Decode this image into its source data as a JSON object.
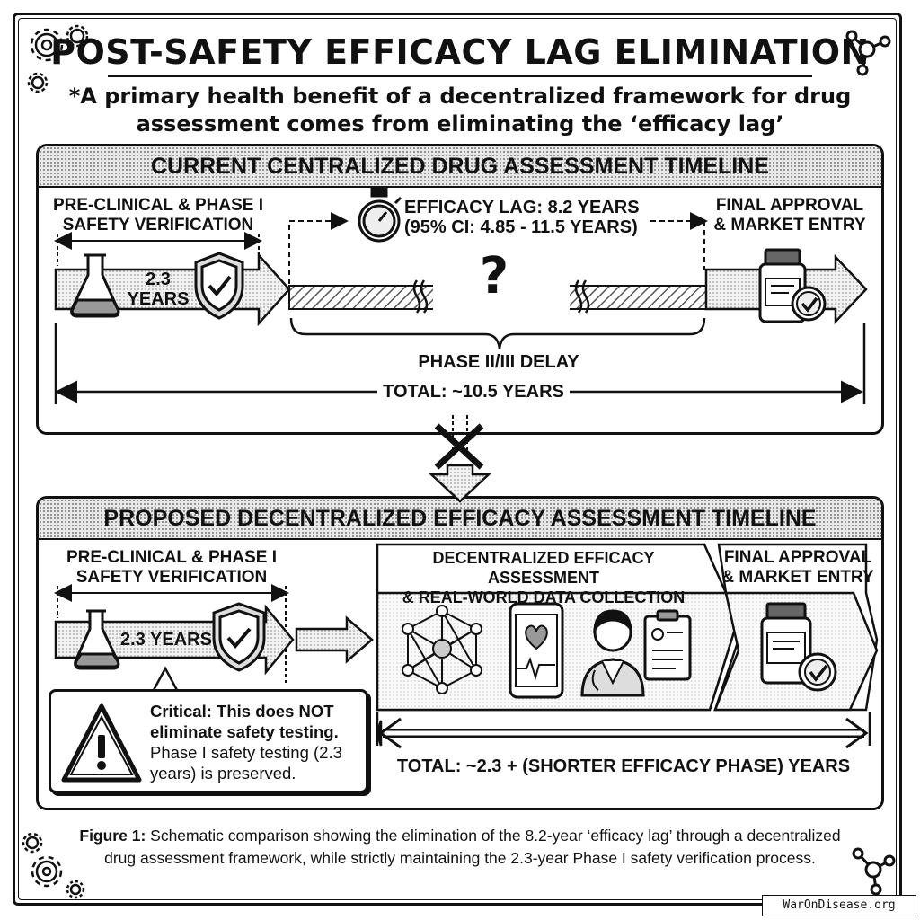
{
  "title": "POST-SAFETY EFFICACY LAG ELIMINATION",
  "subtitle": "*A primary health benefit of a decentralized framework for drug assessment comes from eliminating the ‘efficacy lag’",
  "current": {
    "heading": "CURRENT CENTRALIZED DRUG ASSESSMENT TIMELINE",
    "safety_label_1": "PRE-CLINICAL & PHASE I",
    "safety_label_2": "SAFETY VERIFICATION",
    "safety_years_1": "2.3",
    "safety_years_2": "YEARS",
    "lag_label_1": "EFFICACY LAG: 8.2 YEARS",
    "lag_label_2": "(95% CI: 4.85 - 11.5 YEARS)",
    "question": "?",
    "approval_1": "FINAL APPROVAL",
    "approval_2": "& MARKET ENTRY",
    "delay_label": "PHASE II/III DELAY",
    "total": "TOTAL: ~10.5 YEARS"
  },
  "proposed": {
    "heading": "PROPOSED DECENTRALIZED EFFICACY ASSESSMENT TIMELINE",
    "safety_label_1": "PRE-CLINICAL & PHASE I",
    "safety_label_2": "SAFETY VERIFICATION",
    "safety_years": "2.3 YEARS",
    "decentral_1": "DECENTRALIZED EFFICACY ASSESSMENT",
    "decentral_2": "& REAL-WORLD DATA COLLECTION",
    "approval_1": "FINAL APPROVAL",
    "approval_2": "& MARKET ENTRY",
    "total": "TOTAL: ~2.3 + (SHORTER EFFICACY PHASE) YEARS"
  },
  "callout": {
    "bold": "Critical: This does NOT eliminate safety testing.",
    "text": "Phase I safety testing (2.3 years) is preserved."
  },
  "caption": {
    "lead": "Figure 1:",
    "text": " Schematic comparison showing the elimination of the 8.2-year ‘efficacy lag’ through a decentralized drug assessment framework, while strictly maintaining the 2.3-year Phase I safety verification process."
  },
  "watermark": "WarOnDisease.org",
  "icons": [
    "gear-icon",
    "molecule-icon",
    "flask-icon",
    "shield-check-icon",
    "stopwatch-icon",
    "pill-bottle-icon",
    "network-icon",
    "phone-heart-icon",
    "doctor-icon",
    "clipboard-icon",
    "warning-icon",
    "x-mark-icon"
  ]
}
